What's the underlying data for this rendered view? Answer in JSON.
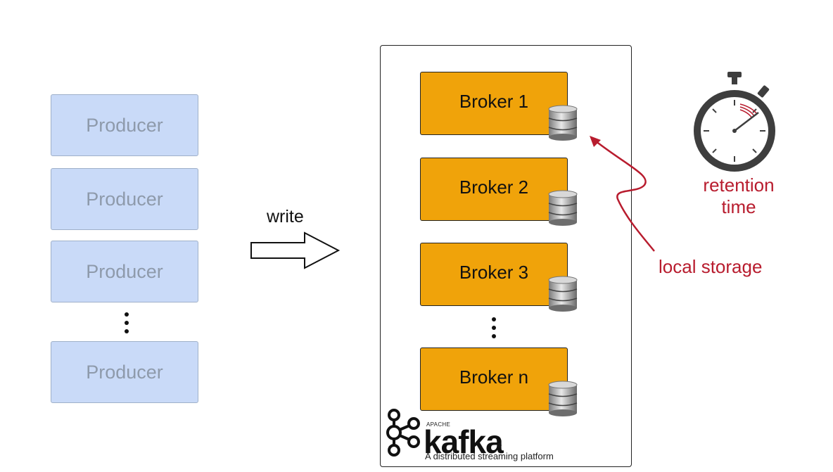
{
  "producers": {
    "labels": [
      "Producer",
      "Producer",
      "Producer",
      "Producer"
    ]
  },
  "write": {
    "label": "write"
  },
  "brokers": {
    "labels": [
      "Broker 1",
      "Broker 2",
      "Broker 3",
      "Broker n"
    ]
  },
  "kafka": {
    "apache": "APACHE",
    "name": "kafka",
    "registered": "®",
    "tagline": "A distributed streaming platform"
  },
  "annotations": {
    "local_storage": "local storage",
    "retention_line1": "retention",
    "retention_line2": "time"
  },
  "colors": {
    "producer_fill": "#c9daf8",
    "broker_fill": "#f0a30a",
    "annotation_red": "#b81c2e"
  },
  "icons": [
    "database-icon",
    "stopwatch-icon",
    "kafka-logo-icon",
    "write-arrow-icon"
  ]
}
